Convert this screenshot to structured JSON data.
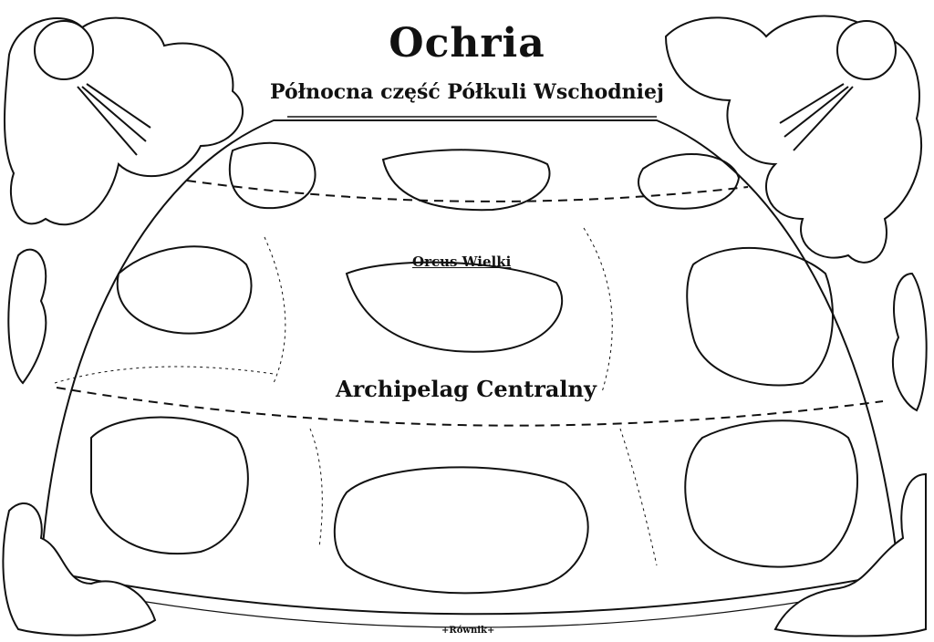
{
  "map": {
    "title": "Ochria",
    "subtitle": "Północna część Półkuli Wschodniej",
    "labels": {
      "region": "Orcus Wielki",
      "archipelago": "Archipelag Centralny",
      "equator": "+Równik+"
    },
    "colors": {
      "ink": "#111111",
      "paper": "#ffffff"
    }
  }
}
